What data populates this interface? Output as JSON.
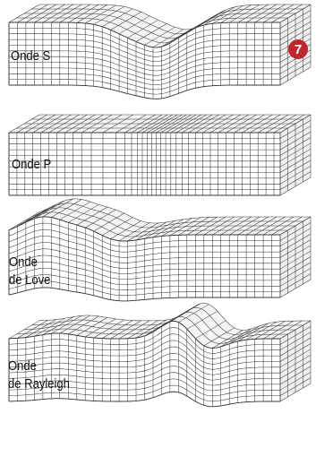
{
  "badge": {
    "number": "7",
    "color": "#c0272d"
  },
  "blocks": [
    {
      "id": "onde-s",
      "lines": [
        "Onde S"
      ]
    },
    {
      "id": "onde-p",
      "lines": [
        "Onde P"
      ]
    },
    {
      "id": "onde-love",
      "lines": [
        "Onde",
        "de Love"
      ]
    },
    {
      "id": "onde-rayleigh",
      "lines": [
        "Onde",
        "de Rayleigh"
      ]
    }
  ],
  "colors": {
    "grid": "#3a3a3a",
    "paper": "#ffffff",
    "text": "#111111"
  }
}
